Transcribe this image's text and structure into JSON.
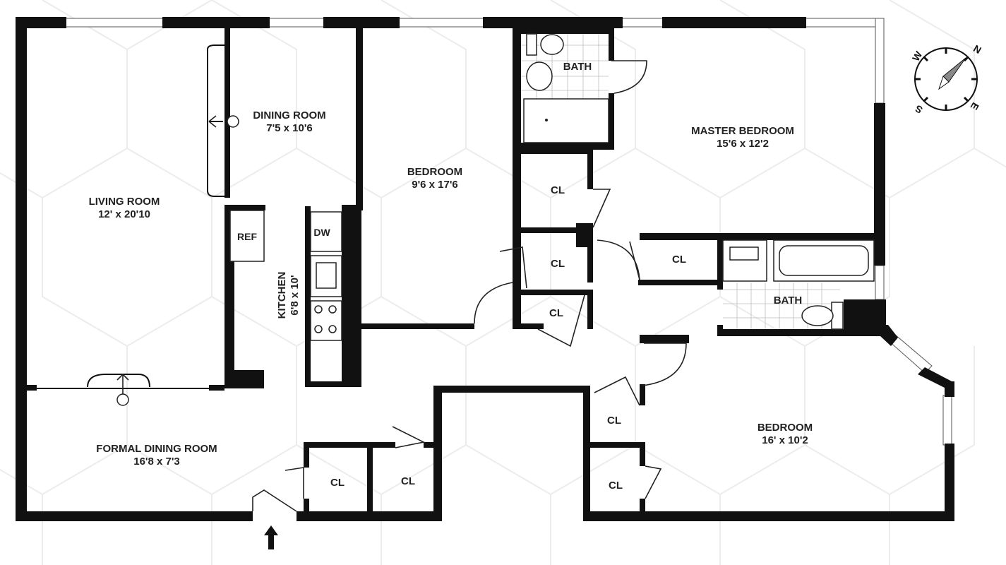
{
  "rooms": {
    "living_room": {
      "name": "LIVING ROOM",
      "dims": "12' x 20'10"
    },
    "dining_room": {
      "name": "DINING ROOM",
      "dims": "7'5 x 10'6"
    },
    "kitchen": {
      "name": "KITCHEN",
      "dims": "6'8 x 10'"
    },
    "bedroom_1": {
      "name": "BEDROOM",
      "dims": "9'6 x 17'6"
    },
    "master_bedroom": {
      "name": "MASTER BEDROOM",
      "dims": "15'6 x 12'2"
    },
    "bedroom_2": {
      "name": "BEDROOM",
      "dims": "16' x 10'2"
    },
    "formal_dining": {
      "name": "FORMAL DINING ROOM",
      "dims": "16'8 x 7'3"
    },
    "bath_1": {
      "name": "BATH"
    },
    "bath_2": {
      "name": "BATH"
    }
  },
  "fixtures": {
    "ref": "REF",
    "dw": "DW"
  },
  "closets": {
    "label": "CL"
  },
  "compass": {
    "n": "N",
    "e": "E",
    "s": "S",
    "w": "W"
  },
  "colors": {
    "wall": "#111111",
    "background": "#ffffff",
    "pattern": "#ececec"
  }
}
